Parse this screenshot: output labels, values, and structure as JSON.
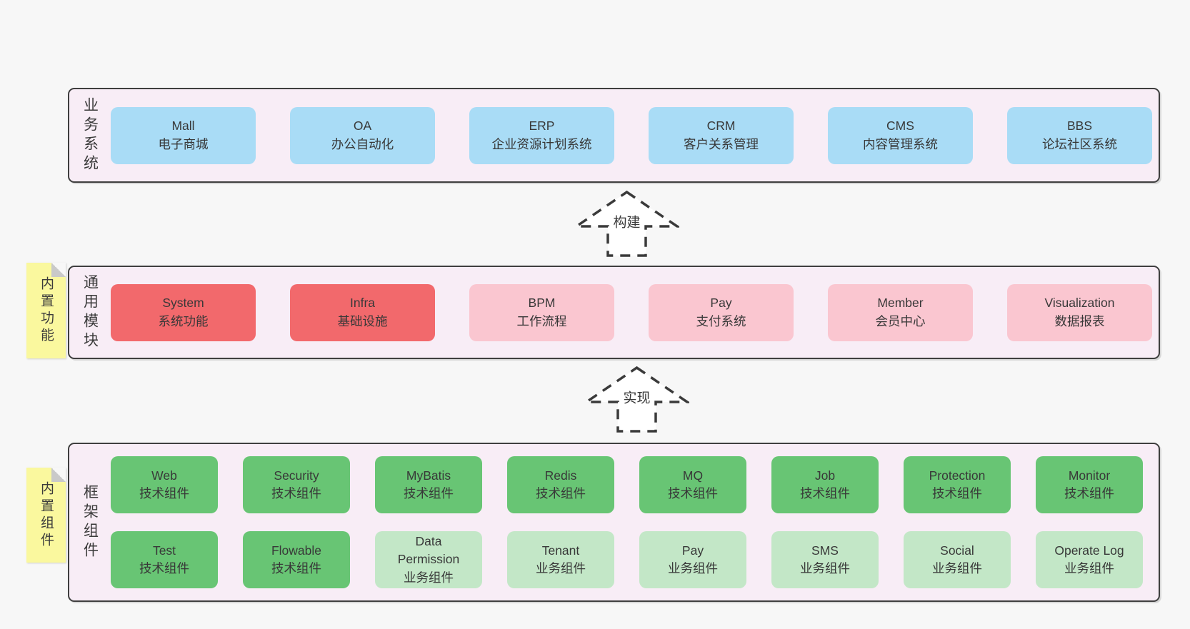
{
  "palette": {
    "page_bg": "#f7f7f7",
    "layer_bg": "#f8edf6",
    "layer_border": "#3f3f3f",
    "blue": "#a9dcf6",
    "red": "#f2696c",
    "pink": "#fac6d0",
    "green": "#68c574",
    "green_light": "#c3e7c7",
    "sticky_yellow": "#faf89e",
    "sticky_fold": "#c9c9c9",
    "text": "#3a3a3a"
  },
  "arrows": [
    {
      "label": "构建"
    },
    {
      "label": "实现"
    }
  ],
  "layers": [
    {
      "label": "业务系统",
      "rows": [
        [
          {
            "name": "Mall",
            "desc": "电子商城",
            "color": "blue"
          },
          {
            "name": "OA",
            "desc": "办公自动化",
            "color": "blue"
          },
          {
            "name": "ERP",
            "desc": "企业资源计划系统",
            "color": "blue"
          },
          {
            "name": "CRM",
            "desc": "客户关系管理",
            "color": "blue"
          },
          {
            "name": "CMS",
            "desc": "内容管理系统",
            "color": "blue"
          },
          {
            "name": "BBS",
            "desc": "论坛社区系统",
            "color": "blue"
          }
        ]
      ]
    },
    {
      "label": "通用模块",
      "sticky": "内置功能",
      "rows": [
        [
          {
            "name": "System",
            "desc": "系统功能",
            "color": "red"
          },
          {
            "name": "Infra",
            "desc": "基础设施",
            "color": "red"
          },
          {
            "name": "BPM",
            "desc": "工作流程",
            "color": "pink"
          },
          {
            "name": "Pay",
            "desc": "支付系统",
            "color": "pink"
          },
          {
            "name": "Member",
            "desc": "会员中心",
            "color": "pink"
          },
          {
            "name": "Visualization",
            "desc": "数据报表",
            "color": "pink"
          }
        ]
      ]
    },
    {
      "label": "框架组件",
      "sticky": "内置组件",
      "rows": [
        [
          {
            "name": "Web",
            "desc": "技术组件",
            "color": "green"
          },
          {
            "name": "Security",
            "desc": "技术组件",
            "color": "green"
          },
          {
            "name": "MyBatis",
            "desc": "技术组件",
            "color": "green"
          },
          {
            "name": "Redis",
            "desc": "技术组件",
            "color": "green"
          },
          {
            "name": "MQ",
            "desc": "技术组件",
            "color": "green"
          },
          {
            "name": "Job",
            "desc": "技术组件",
            "color": "green"
          },
          {
            "name": "Protection",
            "desc": "技术组件",
            "color": "green"
          },
          {
            "name": "Monitor",
            "desc": "技术组件",
            "color": "green"
          }
        ],
        [
          {
            "name": "Test",
            "desc": "技术组件",
            "color": "green"
          },
          {
            "name": "Flowable",
            "desc": "技术组件",
            "color": "green"
          },
          {
            "name": "Data\nPermission",
            "desc": "业务组件",
            "color": "green_light"
          },
          {
            "name": "Tenant",
            "desc": "业务组件",
            "color": "green_light"
          },
          {
            "name": "Pay",
            "desc": "业务组件",
            "color": "green_light"
          },
          {
            "name": "SMS",
            "desc": "业务组件",
            "color": "green_light"
          },
          {
            "name": "Social",
            "desc": "业务组件",
            "color": "green_light"
          },
          {
            "name": "Operate Log",
            "desc": "业务组件",
            "color": "green_light"
          }
        ]
      ]
    }
  ]
}
